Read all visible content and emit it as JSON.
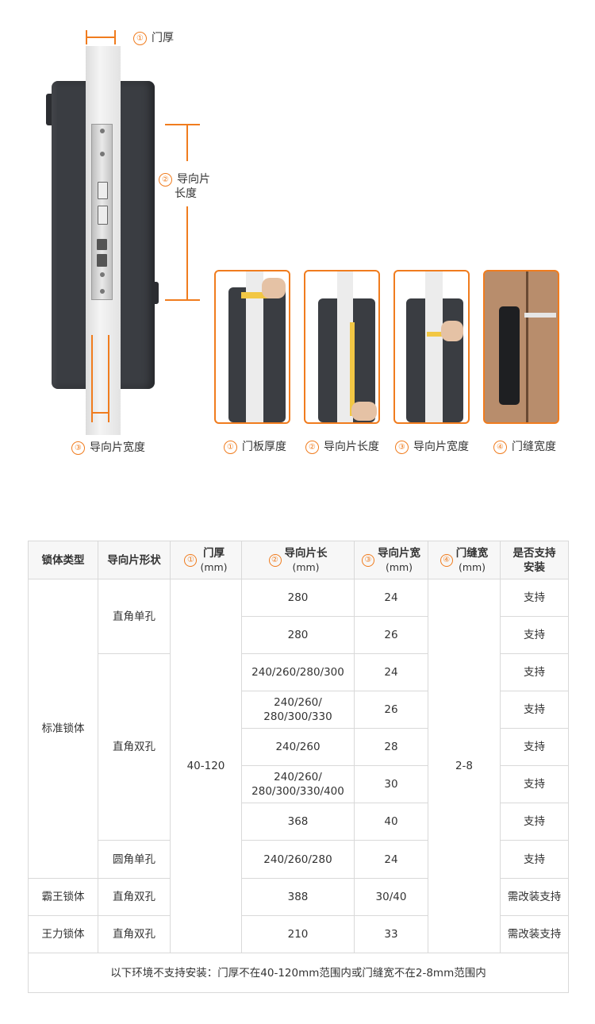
{
  "diagram": {
    "label1_num": "①",
    "label1": "门厚",
    "label2_num": "②",
    "label2_line1": "导向片",
    "label2_line2": "长度",
    "label3_num": "③",
    "label3": "导向片宽度"
  },
  "photos": [
    {
      "num": "①",
      "caption": "门板厚度"
    },
    {
      "num": "②",
      "caption": "导向片长度"
    },
    {
      "num": "③",
      "caption": "导向片宽度"
    },
    {
      "num": "④",
      "caption": "门缝宽度"
    }
  ],
  "table": {
    "headers": {
      "lock_type": "锁体类型",
      "shape": "导向片形状",
      "door": {
        "num": "①",
        "title": "门厚",
        "unit": "(mm)"
      },
      "length": {
        "num": "②",
        "title": "导向片长",
        "unit": "(mm)"
      },
      "width": {
        "num": "③",
        "title": "导向片宽",
        "unit": "(mm)"
      },
      "gap": {
        "num": "④",
        "title": "门缝宽",
        "unit": "(mm)"
      },
      "support_line1": "是否支持",
      "support_line2": "安装"
    },
    "groups": {
      "standard": "标准锁体",
      "bawang": "霸王锁体",
      "wangli": "王力锁体"
    },
    "shapes": {
      "single": "直角单孔",
      "double": "直角双孔",
      "round_single": "圆角单孔",
      "double_bawang": "直角双孔",
      "double_wangli": "直角双孔"
    },
    "door_range": "40-120",
    "gap_range": "2-8",
    "rows": [
      {
        "length": "280",
        "width": "24",
        "support": "支持"
      },
      {
        "length": "280",
        "width": "26",
        "support": "支持"
      },
      {
        "length": "240/260/280/300",
        "width": "24",
        "support": "支持"
      },
      {
        "length_l1": "240/260/",
        "length_l2": "280/300/330",
        "width": "26",
        "support": "支持"
      },
      {
        "length": "240/260",
        "width": "28",
        "support": "支持"
      },
      {
        "length_l1": "240/260/",
        "length_l2": "280/300/330/400",
        "width": "30",
        "support": "支持"
      },
      {
        "length": "368",
        "width": "40",
        "support": "支持"
      },
      {
        "length": "240/260/280",
        "width": "24",
        "support": "支持"
      },
      {
        "length": "388",
        "width": "30/40",
        "support": "需改装支持"
      },
      {
        "length": "210",
        "width": "33",
        "support": "需改装支持"
      }
    ],
    "footer": "以下环境不支持安装：门厚不在40-120mm范围内或门缝宽不在2-8mm范围内"
  }
}
